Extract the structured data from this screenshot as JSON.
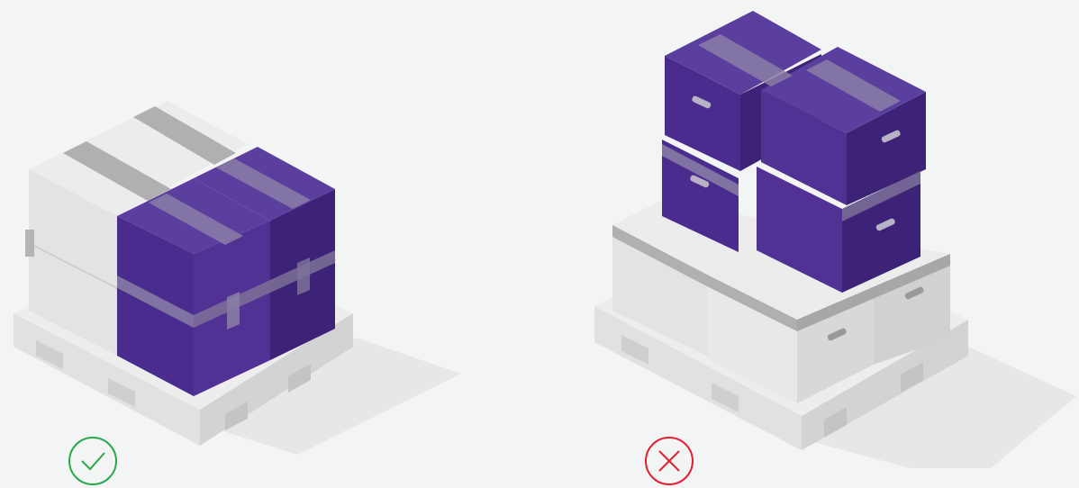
{
  "colors": {
    "background": "#f3f4f4",
    "box_purple_top": "#5a3f9e",
    "box_purple_left": "#4a2c8e",
    "box_purple_right": "#3c2378",
    "box_white_top": "#ececec",
    "box_white_left": "#e2e2e2",
    "box_white_right": "#d3d3d3",
    "tape": "#a3a3a8",
    "pallet_top": "#ededed",
    "pallet_left": "#e0e0e0",
    "pallet_right": "#d2d2d2",
    "shadow": "#e6e7e7",
    "correct": "#2aa84a",
    "incorrect": "#e3202f"
  },
  "panels": [
    {
      "id": "correct",
      "status": "correct",
      "status_icon": "check-icon",
      "description": "heavy-box-stacking-correct"
    },
    {
      "id": "incorrect",
      "status": "incorrect",
      "status_icon": "cross-icon",
      "description": "heavy-box-stacking-incorrect"
    }
  ]
}
